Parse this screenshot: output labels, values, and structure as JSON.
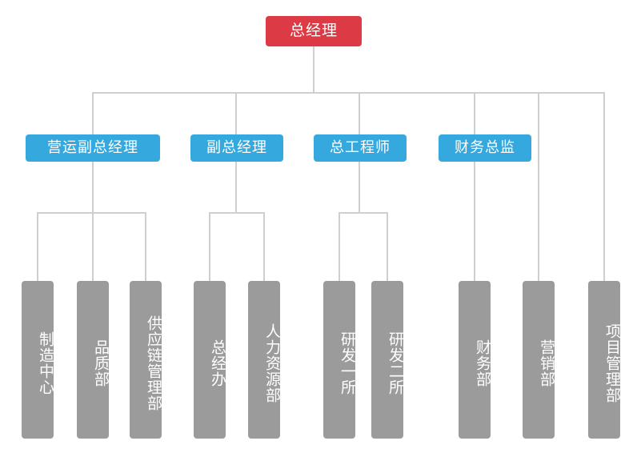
{
  "chart_data": {
    "type": "diagram",
    "diagram_type": "organization-chart",
    "title": "",
    "orientation": "top-down",
    "levels": 3,
    "colors": {
      "root": "#dc3b46",
      "executive": "#35a8de",
      "department": "#9b9b9b",
      "connector": "#cfcfcf",
      "label": "#ffffff",
      "background": "#ffffff"
    },
    "nodes": [
      {
        "id": "n0",
        "label": "总经理",
        "level": 1,
        "parent": null
      },
      {
        "id": "n1",
        "label": "营运副总经理",
        "level": 2,
        "parent": "n0"
      },
      {
        "id": "n2",
        "label": "副总经理",
        "level": 2,
        "parent": "n0"
      },
      {
        "id": "n3",
        "label": "总工程师",
        "level": 2,
        "parent": "n0"
      },
      {
        "id": "n4",
        "label": "财务总监",
        "level": 2,
        "parent": "n0"
      },
      {
        "id": "d1",
        "label": "制造中心",
        "level": 3,
        "parent": "n1"
      },
      {
        "id": "d2",
        "label": "品质部",
        "level": 3,
        "parent": "n1"
      },
      {
        "id": "d3",
        "label": "供应链管理部",
        "level": 3,
        "parent": "n1"
      },
      {
        "id": "d4",
        "label": "总经办",
        "level": 3,
        "parent": "n2"
      },
      {
        "id": "d5",
        "label": "人力资源部",
        "level": 3,
        "parent": "n2"
      },
      {
        "id": "d6",
        "label": "研发一所",
        "level": 3,
        "parent": "n3"
      },
      {
        "id": "d7",
        "label": "研发二所",
        "level": 3,
        "parent": "n3"
      },
      {
        "id": "d8",
        "label": "财务部",
        "level": 3,
        "parent": "n0"
      },
      {
        "id": "d9",
        "label": "营销部",
        "level": 3,
        "parent": "n0"
      },
      {
        "id": "d10",
        "label": "项目管理部",
        "level": 3,
        "parent": "n0"
      }
    ]
  },
  "root": {
    "label": "总经理"
  },
  "executives": [
    {
      "label": "营运副总经理"
    },
    {
      "label": "副总经理"
    },
    {
      "label": "总工程师"
    },
    {
      "label": "财务总监"
    }
  ],
  "departments": [
    {
      "label": "制造中心"
    },
    {
      "label": "品质部"
    },
    {
      "label": "供应链管理部"
    },
    {
      "label": "总经办"
    },
    {
      "label": "人力资源部"
    },
    {
      "label": "研发一所"
    },
    {
      "label": "研发二所"
    },
    {
      "label": "财务部"
    },
    {
      "label": "营销部"
    },
    {
      "label": "项目管理部"
    }
  ]
}
